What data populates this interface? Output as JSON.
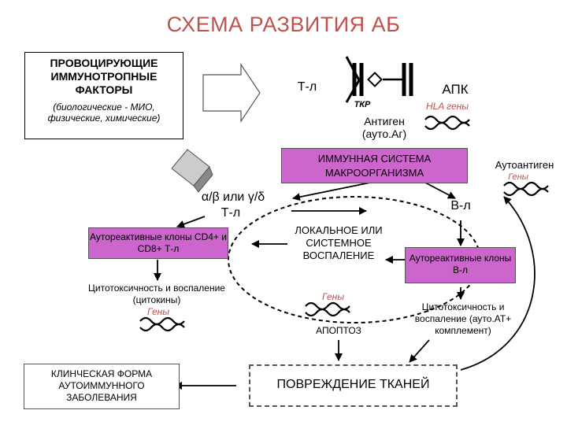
{
  "title": "СХЕМА РАЗВИТИЯ АБ",
  "factors": {
    "title": "ПРОВОЦИРУЮЩИЕ ИММУНОТРОПНЫЕ ФАКТОРЫ",
    "subtitle": "(биологические - МИО, физические, химические)"
  },
  "t_cell": "Т-л",
  "apc": "АПК",
  "tcr": "ТКР",
  "hla_genes": "HLA гены",
  "antigen": "Антиген (ауто.Аг)",
  "immune_system": "ИММУННАЯ СИСТЕМА МАКРООРГАНИЗМА",
  "autoantigen": "Аутоантиген",
  "genes_label": "Гены",
  "ab_gd": "α/β или γ/δ",
  "t_cell_2": "Т-л",
  "b_cell": "В-л",
  "autoreactive_t": "Аутореактивные клоны CD4+ и CD8+ Т-л",
  "cytotoxicity_t": "Цитотоксичность и воспаление (цитокины)",
  "inflammation": "ЛОКАЛЬНОЕ ИЛИ СИСТЕМНОЕ ВОСПАЛЕНИЕ",
  "apoptosis": "АПОПТОЗ",
  "autoreactive_b": "Аутореактивные клоны В-л",
  "cytotoxicity_b": "Цитотоксичность и воспаление (ауто.АТ+ комплемент)",
  "clinical_form": "КЛИНЧЕСКАЯ ФОРМА АУТОИММУННОГО ЗАБОЛЕВАНИЯ",
  "tissue_damage": "ПОВРЕЖДЕНИЕ ТКАНЕЙ",
  "colors": {
    "title": "#c0504d",
    "magenta": "#cc66cc",
    "genes": "#c0504d"
  }
}
